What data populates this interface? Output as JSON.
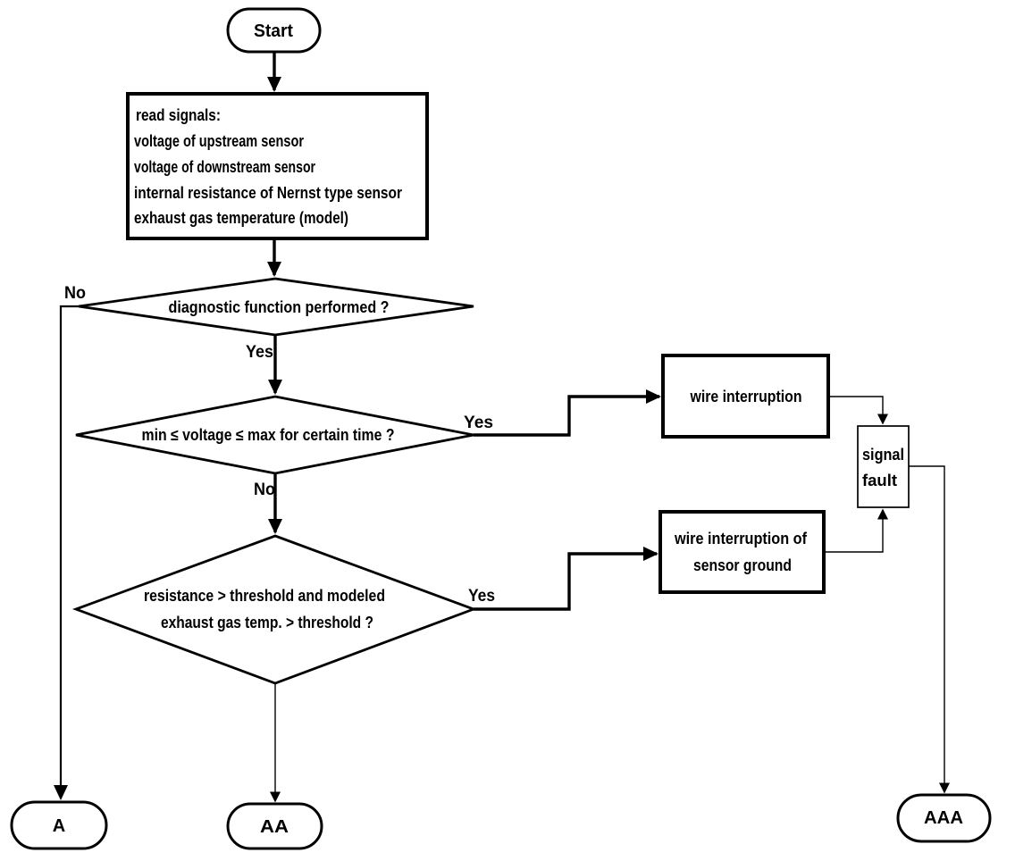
{
  "page": {
    "background_color": "#ffffff",
    "line_color": "#000000",
    "text_color": "#000000"
  },
  "flowchart": {
    "start": {
      "label": "Start"
    },
    "read_signals": {
      "lines": [
        "read signals:",
        "voltage of upstream sensor",
        "voltage of downstream sensor",
        "internal resistance of Nernst type sensor",
        "exhaust gas temperature (model)"
      ]
    },
    "decision_diagnostic": {
      "label": "diagnostic function performed ?"
    },
    "decision_voltage": {
      "label": "min ≤ voltage ≤ max for certain time ?"
    },
    "decision_resistance": {
      "lines": [
        "resistance > threshold and modeled",
        "exhaust gas temp. > threshold ?"
      ]
    },
    "wire_interruption": {
      "label": "wire interruption"
    },
    "wire_interruption_ground": {
      "lines": [
        "wire interruption of",
        "sensor ground"
      ]
    },
    "signal_fault": {
      "lines": [
        "signal",
        "fault"
      ]
    },
    "terminal_a": {
      "label": "A"
    },
    "terminal_aa": {
      "label": "AA"
    },
    "terminal_aaa": {
      "label": "AAA"
    },
    "edge_labels": {
      "no_diagnostic": "No",
      "yes_diagnostic": "Yes",
      "yes_voltage": "Yes",
      "no_voltage": "No",
      "yes_resistance": "Yes"
    }
  }
}
